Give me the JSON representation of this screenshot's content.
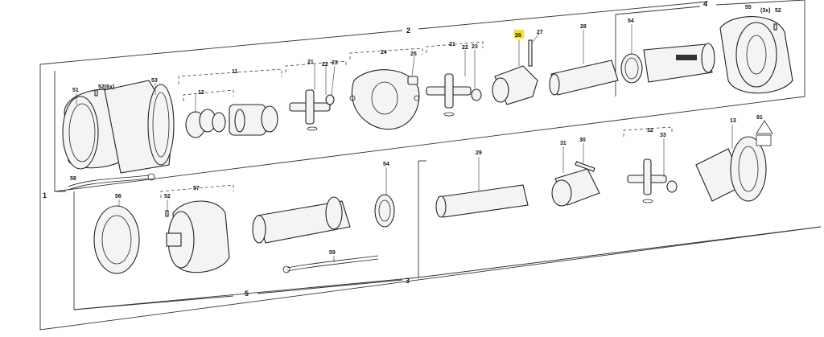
{
  "diagram": {
    "highlight_color": "#f5e21c",
    "highlighted_part": "26",
    "groups": {
      "g1": "1",
      "g2": "2",
      "g3": "3",
      "g4": "4",
      "g5": "5"
    },
    "labels": {
      "p11": "11",
      "p12": "12",
      "p13": "13",
      "p21a": "21",
      "p21b": "21",
      "p22a": "22",
      "p22b": "22",
      "p23a": "23",
      "p23b": "23",
      "p24": "24",
      "p25": "25",
      "p26": "26",
      "p27": "27",
      "p28": "28",
      "p29": "29",
      "p30": "30",
      "p31": "31",
      "p32": "32",
      "p33": "33",
      "p51": "51",
      "p52a": "52(6x)",
      "p52b": "52",
      "p52c": "52",
      "p53": "53",
      "p54a": "54",
      "p54b": "54",
      "p55": "55",
      "p55x": "(3x)",
      "p56": "56",
      "p57": "57",
      "p58": "58",
      "p59": "59",
      "p91": "91"
    }
  }
}
